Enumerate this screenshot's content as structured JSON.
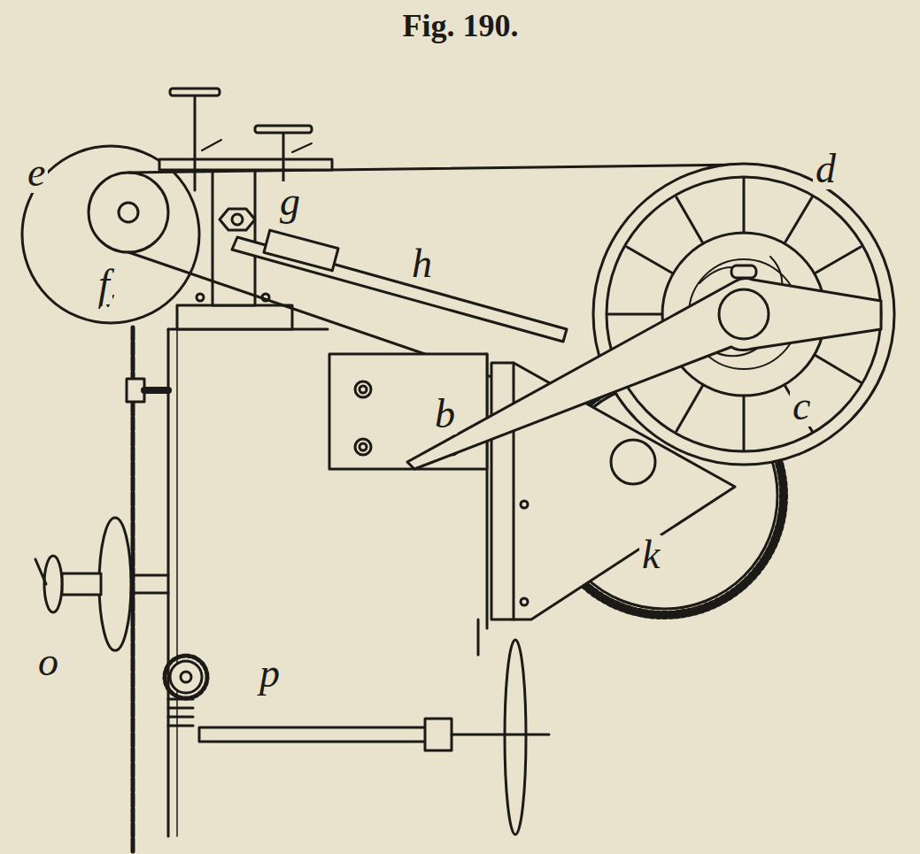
{
  "diagram": {
    "title": "Fig. 190.",
    "labels": [
      "e",
      "g",
      "d",
      "f",
      "h",
      "b",
      "c",
      "k",
      "o",
      "p"
    ]
  }
}
